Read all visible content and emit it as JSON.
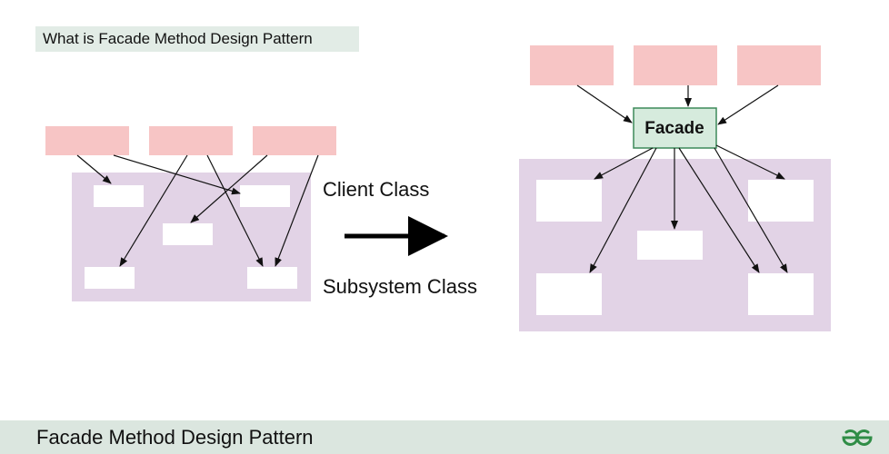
{
  "heading": "What is Facade Method Design Pattern",
  "labels": {
    "client": "Client Class",
    "subsystem": "Subsystem Class",
    "facade": "Facade"
  },
  "footer": {
    "title": "Facade Method Design Pattern",
    "logo_icon": "geeksforgeeks-logo-icon"
  },
  "colors": {
    "client_box": "#f7c5c5",
    "subsystem_area": "#e2d3e6",
    "facade_box": "#d6ebdd",
    "facade_border": "#3d8a5a",
    "footer_bg": "#dbe6df",
    "logo": "#2f8d46"
  }
}
